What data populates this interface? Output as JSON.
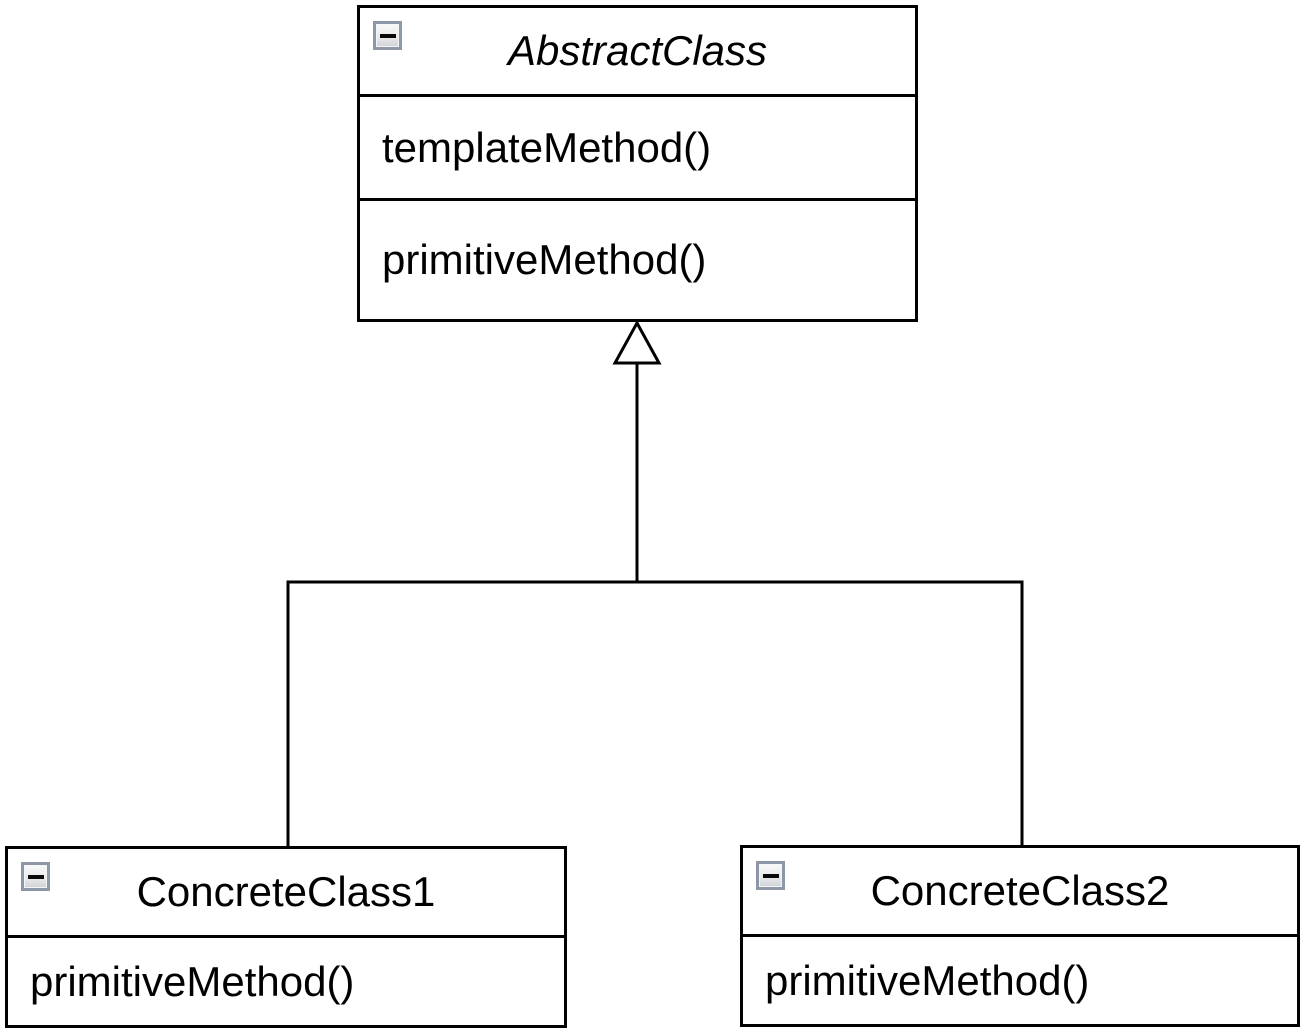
{
  "diagram": {
    "kind": "uml-class-diagram",
    "classes": [
      {
        "name": "AbstractClass",
        "abstract": true,
        "methods": [
          "templateMethod()",
          "primitiveMethod()"
        ]
      },
      {
        "name": "ConcreteClass1",
        "abstract": false,
        "methods": [
          "primitiveMethod()"
        ]
      },
      {
        "name": "ConcreteClass2",
        "abstract": false,
        "methods": [
          "primitiveMethod()"
        ]
      }
    ],
    "relationships": [
      {
        "from": "ConcreteClass1",
        "to": "AbstractClass",
        "type": "generalization"
      },
      {
        "from": "ConcreteClass2",
        "to": "AbstractClass",
        "type": "generalization"
      }
    ],
    "collapse_icon": "minus",
    "colors": {
      "line": "#000000",
      "box_fill": "#ffffff",
      "text": "#000000",
      "collapse_button_border": "#8d97a8",
      "collapse_button_fill_top": "#f8f9f9",
      "collapse_button_fill_bottom": "#cfd2d6"
    }
  }
}
